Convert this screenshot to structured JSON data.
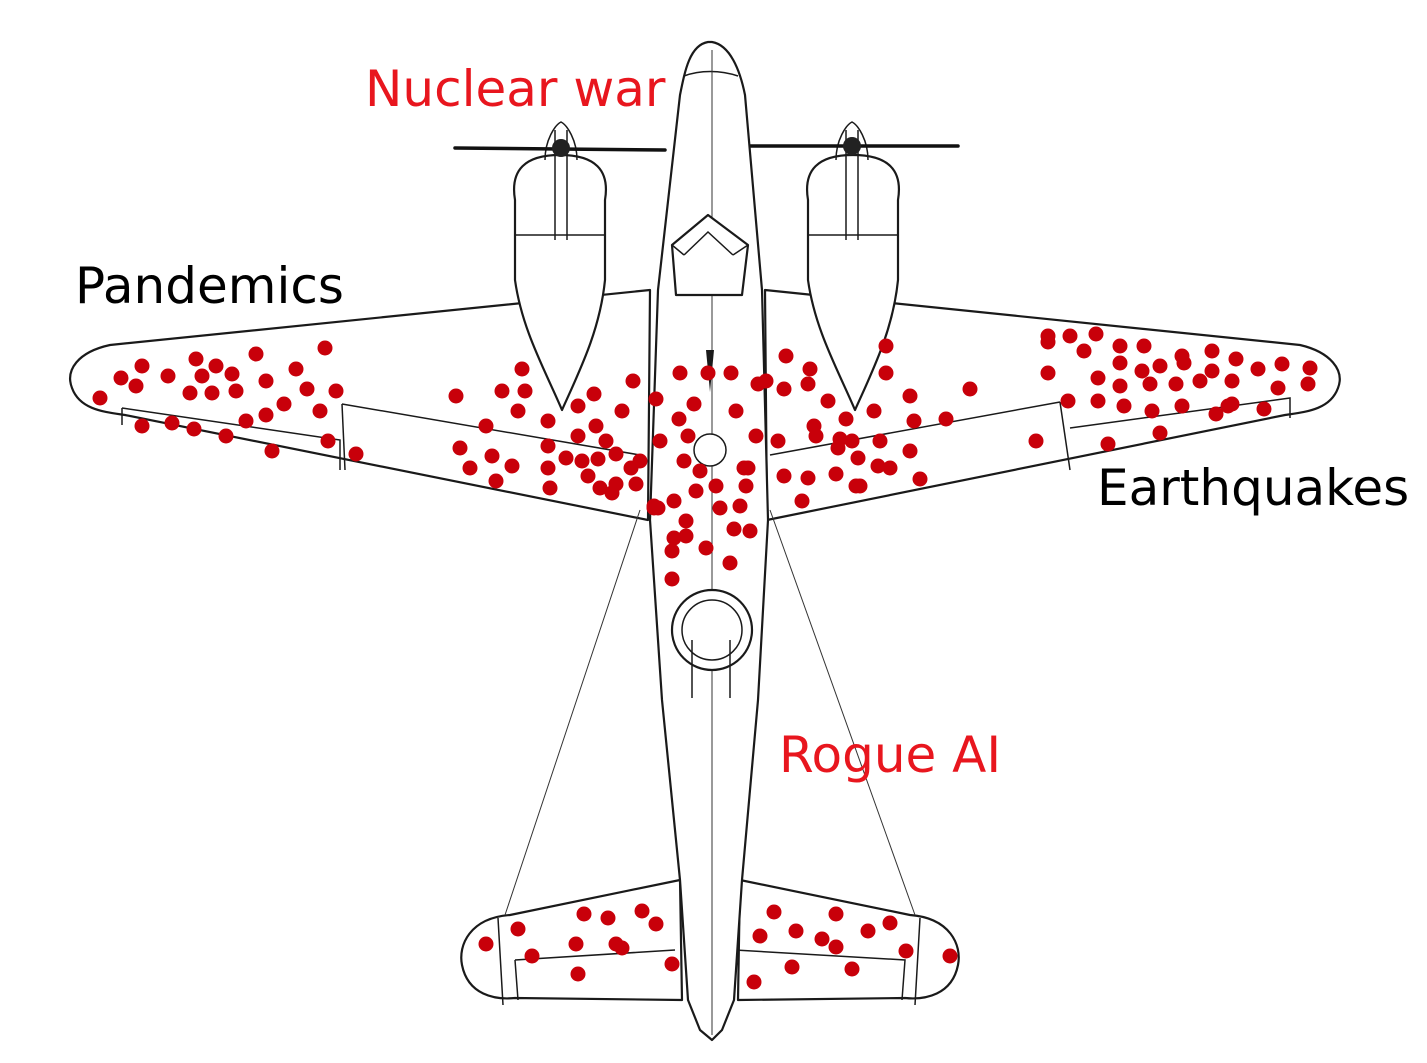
{
  "labels": {
    "top": "Nuclear war",
    "left": "Pandemics",
    "right": "Earthquakes",
    "center": "Rogue AI"
  },
  "colors": {
    "highlight_label": "#e8161e",
    "plain_label": "#000000",
    "damage_dot": "#c8000a",
    "line_art": "#1a1a1a"
  },
  "marker_shape": "filled-circle"
}
